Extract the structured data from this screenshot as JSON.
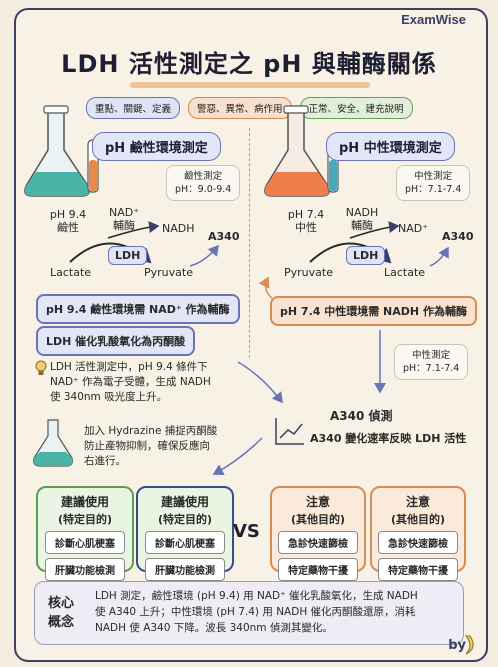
{
  "brand": "ExamWise",
  "title": "LDH 活性測定之 pH 與輔酶關係",
  "legend": [
    {
      "label": "重點、關鍵、定義",
      "color": "#6b73b5"
    },
    {
      "label": "警惡、異常、病作用",
      "color": "#d98b52"
    },
    {
      "label": "正常、安全、建充說明",
      "color": "#6aa05c"
    }
  ],
  "left": {
    "title": "pH 鹼性環境測定",
    "info_label": "鹼性測定",
    "info_range": "pH：9.0-9.4",
    "ph_value": "pH 9.4",
    "ph_desc": "鹼性",
    "coenzyme_in": "NAD⁺",
    "coenzyme_in_desc": "輔酶",
    "coenzyme_out": "NADH",
    "enzyme": "LDH",
    "substrate": "Lactate",
    "product": "Pyruvate",
    "absorbance": "A340",
    "pill1": "pH 9.4 鹼性環境需 NAD⁺ 作為輔酶",
    "pill2": "LDH 催化乳酸氧化為丙酮酸",
    "note_line1": "LDH 活性測定中，pH 9.4 條件下",
    "note_line2": "NAD⁺ 作為電子受體，生成 NADH",
    "note_line3": "使 340nm 吸光度上升。",
    "hydrazine_line1": "加入 Hydrazine 捕捉丙酮酸",
    "hydrazine_line2": "防止產物抑制，確保反應向",
    "hydrazine_line3": "右進行。"
  },
  "right": {
    "title": "pH 中性環境測定",
    "info_label": "中性測定",
    "info_range": "pH：7.1-7.4",
    "ph_value": "pH 7.4",
    "ph_desc": "中性",
    "coenzyme_in": "NADH",
    "coenzyme_in_desc": "輔酶",
    "coenzyme_out": "NAD⁺",
    "enzyme": "LDH",
    "substrate": "Pyruvate",
    "product": "Lactate",
    "absorbance": "A340",
    "pill": "pH 7.4 中性環境需 NADH 作為輔酶",
    "info2_label": "中性測定",
    "info2_range": "pH：7.1-7.4"
  },
  "center": {
    "title": "A340 偵測",
    "desc": "A340 變化速率反映 LDH 活性"
  },
  "recommend": [
    {
      "head": "建議使用",
      "sub": "(特定目的)",
      "items": [
        "診斷心肌梗塞",
        "肝臟功能檢測"
      ]
    },
    {
      "head": "建議使用",
      "sub": "(特定目的)",
      "items": [
        "診斷心肌梗塞",
        "肝臟功能檢測"
      ]
    }
  ],
  "caution": [
    {
      "head": "注意",
      "sub": "(其他目的)",
      "items": [
        "急診快速篩檢",
        "特定藥物干擾"
      ]
    },
    {
      "head": "注意",
      "sub": "(其他目的)",
      "items": [
        "急診快速篩檢",
        "特定藥物干擾"
      ]
    }
  ],
  "vs": "VS",
  "core": {
    "label_line1": "核心",
    "label_line2": "概念",
    "line1": "LDH 測定，鹼性環境 (pH 9.4) 用 NAD⁺ 催化乳酸氧化，生成 NADH",
    "line2": "使 A340 上升；中性環境 (pH 7.4) 用 NADH 催化丙酮酸還原，消耗",
    "line3": "NADH 使 A340 下降。波長 340nm 偵測其變化。"
  },
  "by": "by"
}
